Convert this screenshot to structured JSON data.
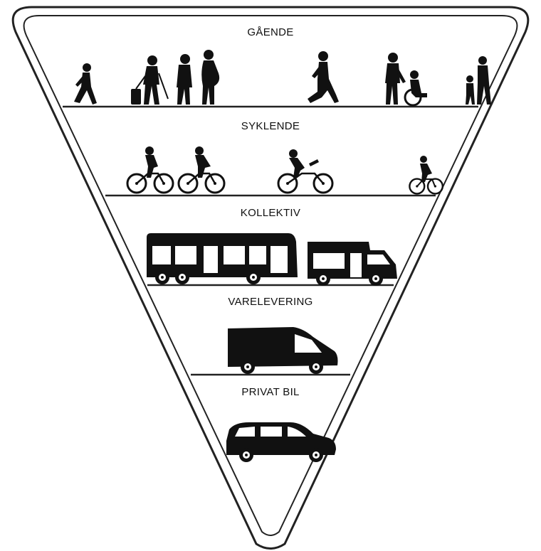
{
  "diagram": {
    "type": "inverted-priority-triangle",
    "tiers": [
      {
        "label": "GÅENDE",
        "icons": [
          "walking-person-icon",
          "person-with-suitcase-icon",
          "elderly-person-with-cane-icon",
          "pregnant-person-icon",
          "running-person-icon",
          "person-pushing-wheelchair-icon",
          "parent-with-child-icon"
        ]
      },
      {
        "label": "SYKLENDE",
        "icons": [
          "tandem-cyclist-icon",
          "cyclist-icon",
          "cargo-bike-icon",
          "child-cyclist-icon"
        ]
      },
      {
        "label": "KOLLEKTIV",
        "icons": [
          "bus-icon",
          "minibus-icon"
        ]
      },
      {
        "label": "VARELEVERING",
        "icons": [
          "delivery-van-icon"
        ]
      },
      {
        "label": "PRIVAT BIL",
        "icons": [
          "private-car-icon"
        ]
      }
    ]
  },
  "colors": {
    "outline": "#222222",
    "silhouette": "#111111",
    "background": "#ffffff"
  }
}
